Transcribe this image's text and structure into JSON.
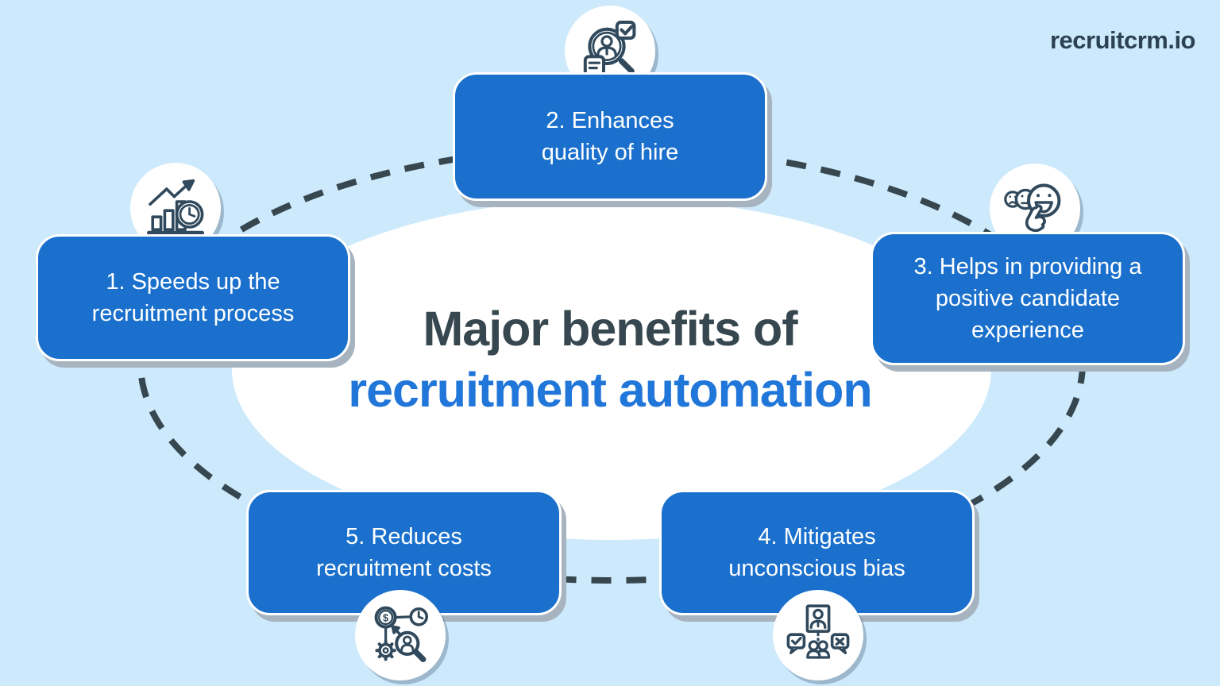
{
  "logo": {
    "text": "recruitcrm.io"
  },
  "title": {
    "line1": "Major benefits of",
    "line2": "recruitment automation"
  },
  "benefits": [
    {
      "label": "1. Speeds up the\nrecruitment process",
      "icon": "growth-chart-clock-icon"
    },
    {
      "label": "2. Enhances\nquality of hire",
      "icon": "magnifier-candidate-check-icon"
    },
    {
      "label": "3. Helps in providing a\npositive candidate\nexperience",
      "icon": "smiley-faces-hand-icon"
    },
    {
      "label": "4. Mitigates\nunconscious bias",
      "icon": "candidate-approve-reject-icon"
    },
    {
      "label": "5. Reduces\nrecruitment costs",
      "icon": "dollar-clock-gear-magnifier-icon"
    }
  ],
  "colors": {
    "background": "#cde9fc",
    "box_blue": "#1a70cc",
    "title_dark": "#37474f",
    "title_blue": "#2176d9",
    "dash": "#37474f",
    "icon_stroke": "#30495c",
    "shadow_gray": "#a7b4bf"
  }
}
